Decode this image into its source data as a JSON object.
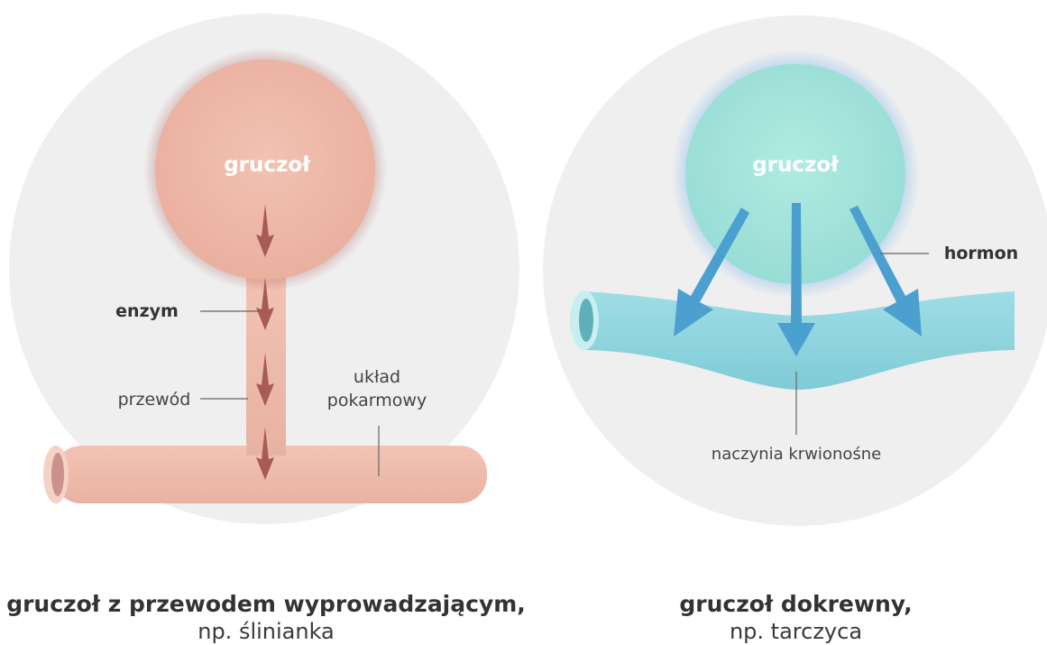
{
  "colors": {
    "background_circle": "#efefef",
    "exocrine_gland": "#efb7a6",
    "exocrine_glow": "#a85b58",
    "exocrine_duct": "#efbcab",
    "exocrine_arrow": "#a85a55",
    "endocrine_gland": "#a9e7de",
    "endocrine_glow": "#8ec4ef",
    "vessel": "#8ad4dd",
    "endocrine_arrow": "#4ca0cf",
    "leader_line": "#666666",
    "text_dark": "#333333",
    "text_light": "#ffffff"
  },
  "left_diagram": {
    "gland_label": "gruczoł",
    "enzyme_label": "enzym",
    "duct_label": "przewód",
    "digestive_label_line1": "układ",
    "digestive_label_line2": "pokarmowy"
  },
  "right_diagram": {
    "gland_label": "gruczoł",
    "hormone_label": "hormon",
    "vessel_label": "naczynia krwionośne"
  },
  "captions": {
    "left_title": "gruczoł z przewodem wyprowadzającym,",
    "left_example": "np. ślinianka",
    "right_title": "gruczoł dokrewny,",
    "right_example": "np. tarczyca"
  }
}
